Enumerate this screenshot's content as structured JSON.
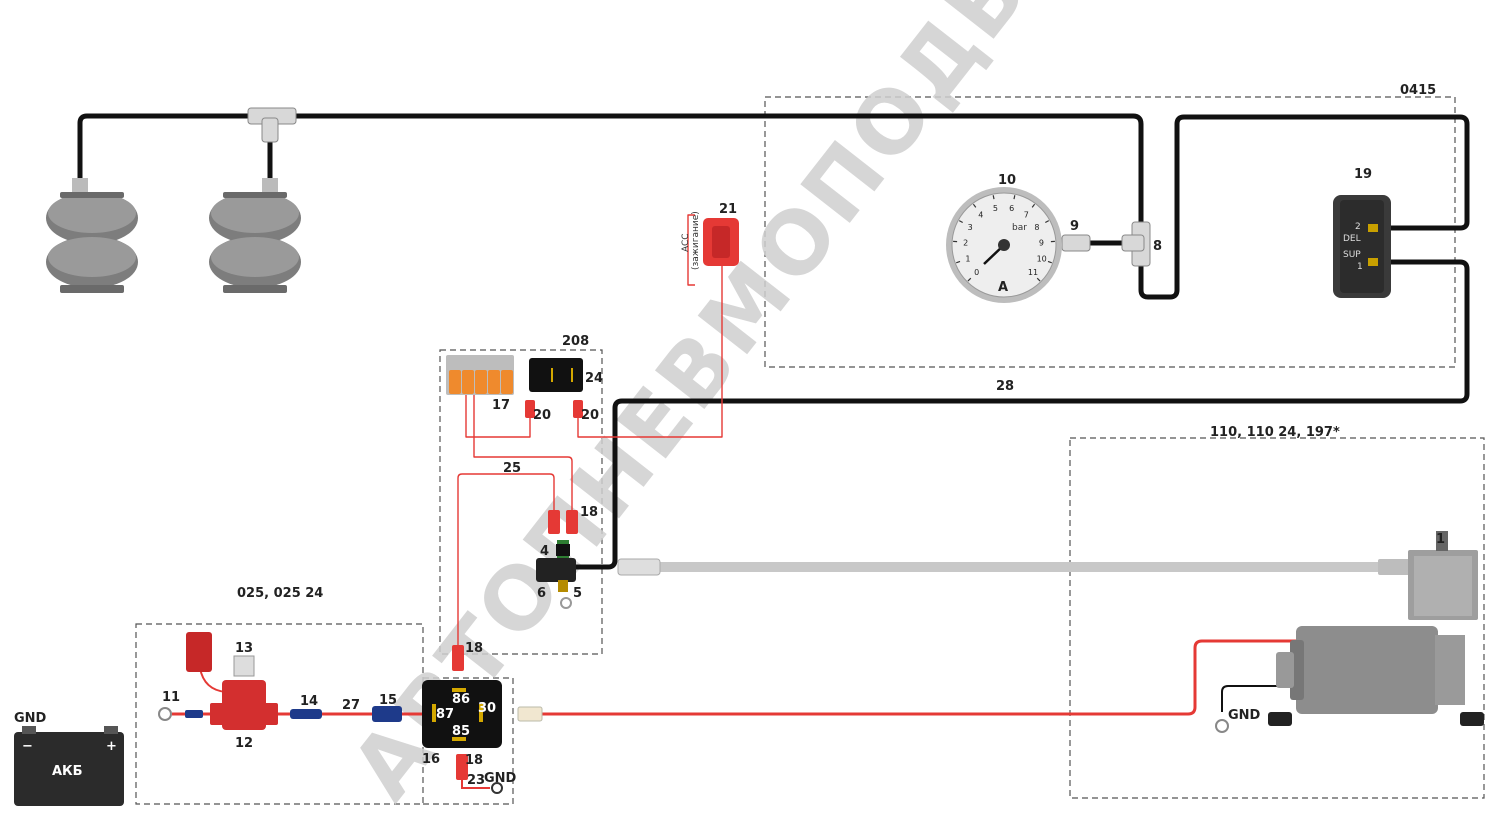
{
  "watermark": "АВТОПНЕВМОПОДВЕСКА",
  "groups": {
    "valve_block": "0415",
    "relay_block": "208",
    "fuse_block": "025, 025 24",
    "compressor_block": "110, 110 24, 197*"
  },
  "labels": {
    "compressor": "1",
    "pressure_switch_4": "4",
    "pressure_switch_5": "5",
    "pressure_switch_6": "6",
    "tee": "8",
    "fitting": "9",
    "gauge": "10",
    "ring_terminal": "11",
    "fuse_holder": "12",
    "fuse": "13",
    "wire_14": "14",
    "connector_15": "15",
    "relay": "16",
    "terminal_block": "17",
    "connector_18_top": "18",
    "connector_18_relay_top": "18",
    "connector_18_relay_bottom": "18",
    "valve": "19",
    "connector_20a": "20",
    "connector_20b": "20",
    "acc_fuse": "21",
    "ring_23": "23",
    "switch_24": "24",
    "wire_25": "25",
    "wire_27": "27",
    "air_line_28": "28"
  },
  "gnd": {
    "battery": "GND",
    "relay": "GND",
    "compressor": "GND"
  },
  "battery": {
    "label": "АКБ",
    "minus": "−",
    "plus": "+"
  },
  "relay_pins": {
    "p86": "86",
    "p87": "87",
    "p30": "30",
    "p85": "85"
  },
  "valve_ports": {
    "del": "DEL",
    "sup": "SUP",
    "port2": "2",
    "port1": "1"
  },
  "acc_text": {
    "line1": "ACC",
    "line2": "(зажигание)"
  },
  "gauge_text": {
    "unit": "bar",
    "brand": "A"
  },
  "gauge_scale": [
    "0",
    "1",
    "2",
    "3",
    "4",
    "5",
    "6",
    "7",
    "8",
    "9",
    "10",
    "11"
  ]
}
